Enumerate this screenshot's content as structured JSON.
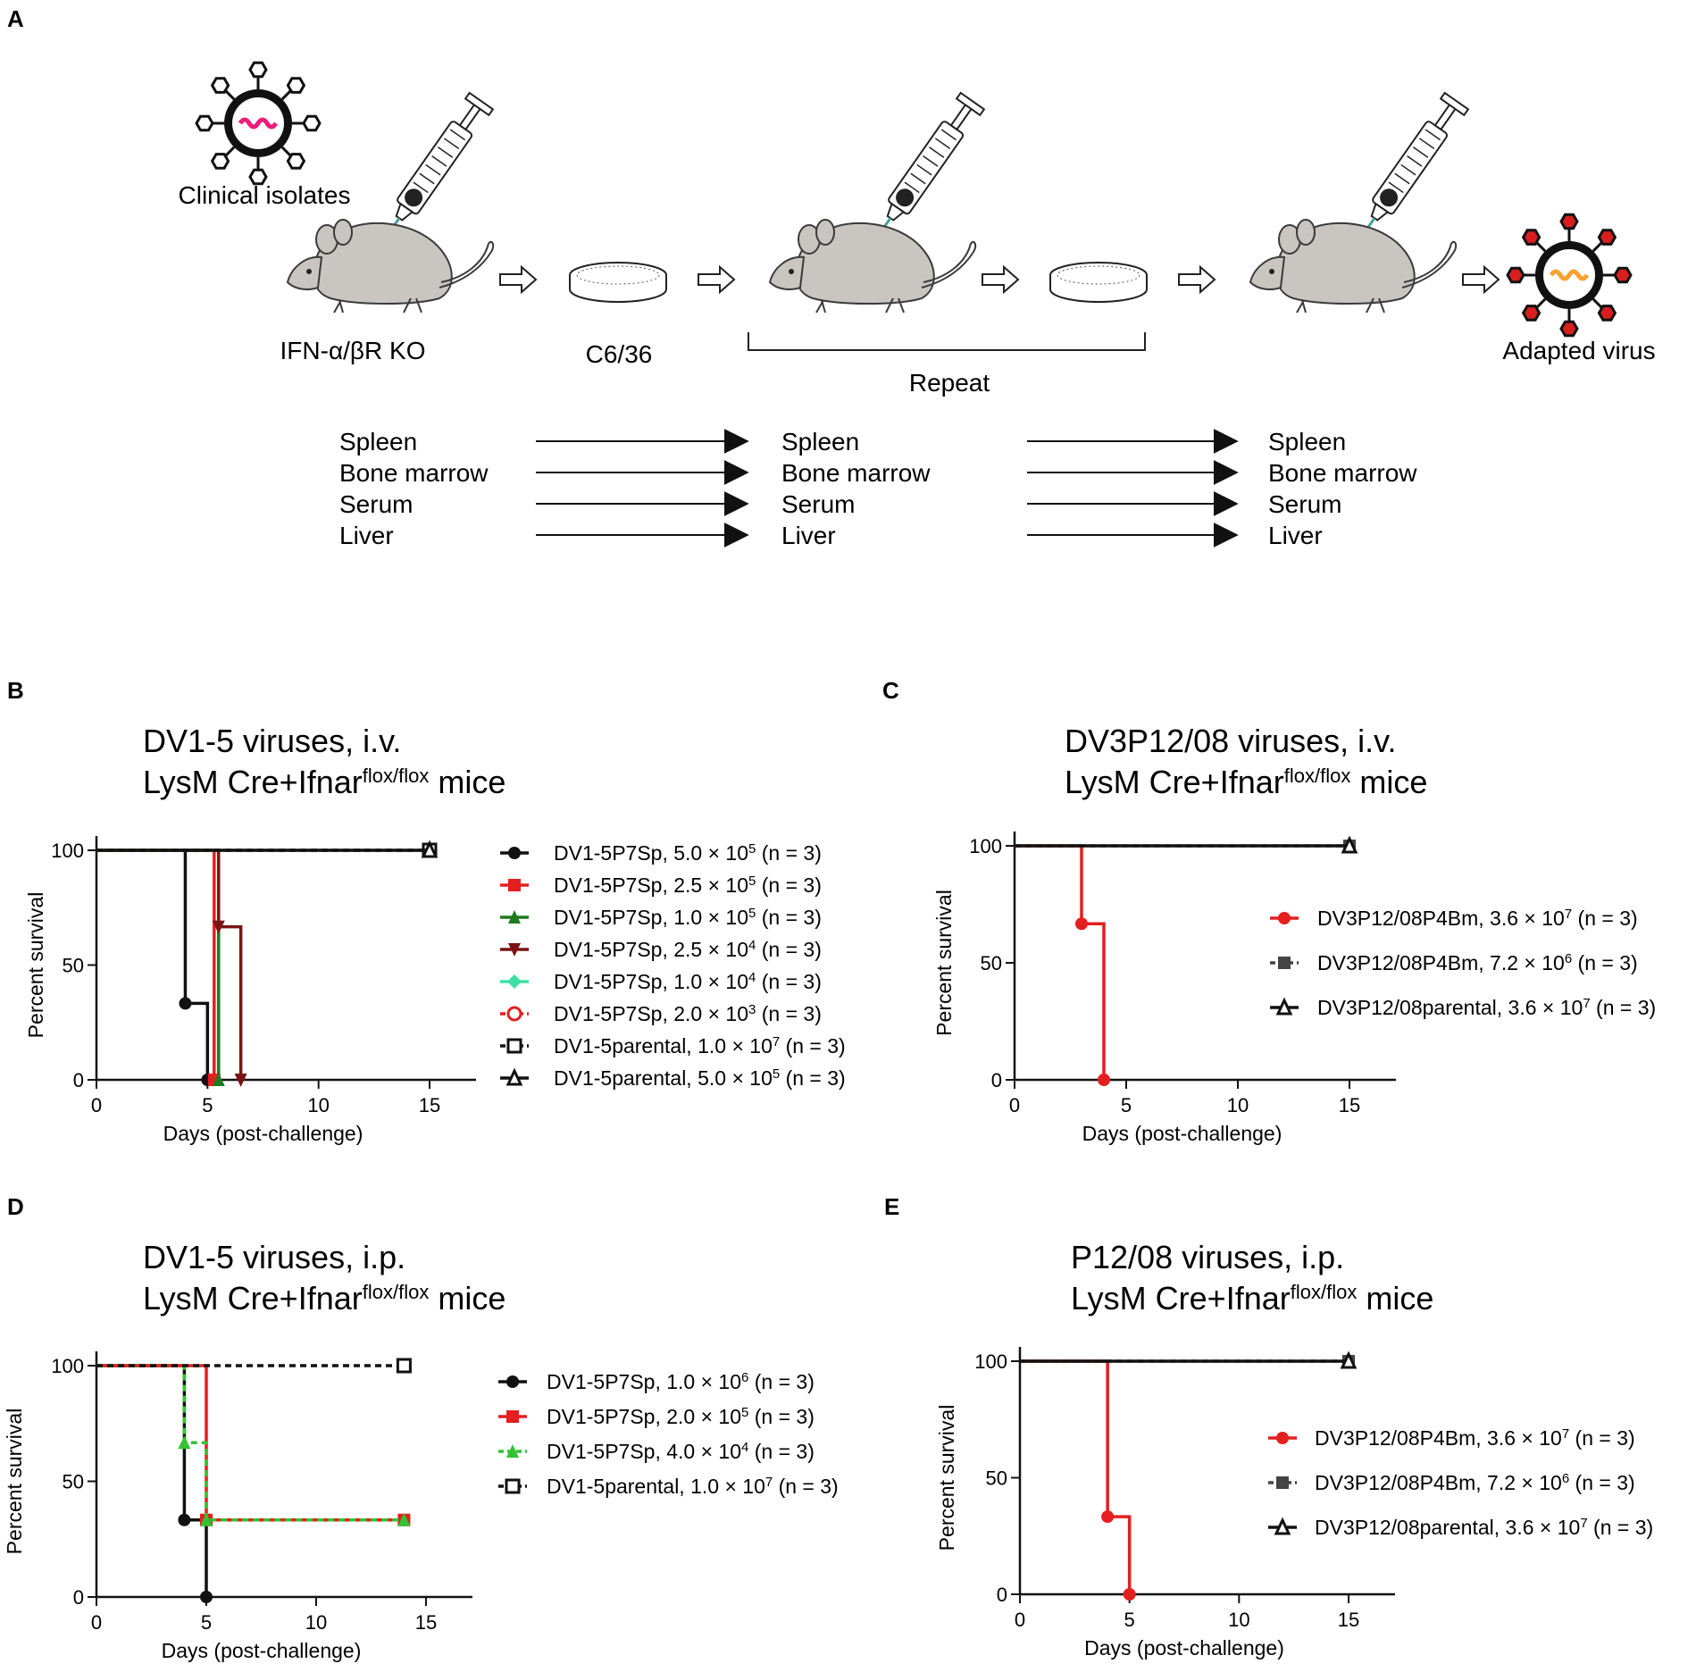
{
  "panel_letters": [
    "A",
    "B",
    "C",
    "D",
    "E"
  ],
  "schematic": {
    "clinical_label": "Clinical isolates",
    "mouse_label": "IFN-α/βR KO",
    "cell_label": "C6/36",
    "repeat_label": "Repeat",
    "adapted_label": "Adapted virus",
    "organs": [
      "Spleen",
      "Bone marrow",
      "Serum",
      "Liver"
    ]
  },
  "colors": {
    "black": "#111111",
    "red": "#e41f1f",
    "dark_green": "#1e7a1e",
    "dark_red": "#7a1414",
    "aqua": "#3ee0a6",
    "green": "#33c233",
    "gray": "#444444",
    "virus_pink": "#e81e7a",
    "virus_red": "#d81e1e",
    "virus_orange": "#f7a233"
  },
  "chart_data": [
    {
      "panel": "B",
      "type": "line",
      "title": "DV1-5 viruses, i.v.",
      "subtitle_main": "LysM Cre+Ifnar",
      "subtitle_sup": "flox/flox",
      "subtitle_tail": " mice",
      "xlabel": "Days (post-challenge)",
      "ylabel": "Percent survival",
      "xlim": [
        0,
        15
      ],
      "ylim": [
        0,
        100
      ],
      "xticks": [
        0,
        5,
        10,
        15
      ],
      "yticks": [
        0,
        50,
        100
      ],
      "series": [
        {
          "name": "DV1-5P7Sp, 5.0 × 10",
          "sup": "5",
          "tail": " (n = 3)",
          "color": "#111111",
          "dash": false,
          "marker": "circle",
          "x": [
            0,
            4,
            5
          ],
          "y": [
            100,
            33.3,
            0
          ]
        },
        {
          "name": "DV1-5P7Sp, 2.5 × 10",
          "sup": "5",
          "tail": " (n = 3)",
          "color": "#e41f1f",
          "dash": false,
          "marker": "square",
          "x": [
            0,
            5.3
          ],
          "y": [
            100,
            0
          ]
        },
        {
          "name": "DV1-5P7Sp, 1.0 × 10",
          "sup": "5",
          "tail": " (n = 3)",
          "color": "#1e7a1e",
          "dash": false,
          "marker": "triangle",
          "x": [
            0,
            5.5
          ],
          "y": [
            100,
            0
          ]
        },
        {
          "name": "DV1-5P7Sp, 2.5 × 10",
          "sup": "4",
          "tail": " (n = 3)",
          "color": "#7a1414",
          "dash": false,
          "marker": "tri-down",
          "x": [
            0,
            5.5,
            6.5
          ],
          "y": [
            100,
            66.7,
            0
          ]
        },
        {
          "name": "DV1-5P7Sp, 1.0 × 10",
          "sup": "4",
          "tail": " (n = 3)",
          "color": "#3ee0a6",
          "dash": false,
          "marker": "diamond",
          "x": [
            0,
            15
          ],
          "y": [
            100,
            100
          ]
        },
        {
          "name": "DV1-5P7Sp, 2.0 × 10",
          "sup": "3",
          "tail": " (n = 3)",
          "color": "#e41f1f",
          "dash": true,
          "marker": "circle-open",
          "x": [
            0,
            15
          ],
          "y": [
            100,
            100
          ]
        },
        {
          "name": "DV1-5parental, 1.0 × 10",
          "sup": "7",
          "tail": " (n = 3)",
          "color": "#111111",
          "dash": true,
          "marker": "square-open",
          "x": [
            0,
            15
          ],
          "y": [
            100,
            100
          ]
        },
        {
          "name": "DV1-5parental, 5.0 × 10",
          "sup": "5",
          "tail": " (n = 3)",
          "color": "#111111",
          "dash": false,
          "marker": "triangle-open",
          "x": [
            0,
            15
          ],
          "y": [
            100,
            100
          ]
        }
      ]
    },
    {
      "panel": "C",
      "type": "line",
      "title": "DV3P12/08 viruses, i.v.",
      "subtitle_main": "LysM Cre+Ifnar",
      "subtitle_sup": "flox/flox",
      "subtitle_tail": " mice",
      "xlabel": "Days (post-challenge)",
      "ylabel": "Percent survival",
      "xlim": [
        0,
        15
      ],
      "ylim": [
        0,
        100
      ],
      "xticks": [
        0,
        5,
        10,
        15
      ],
      "yticks": [
        0,
        50,
        100
      ],
      "series": [
        {
          "name": "DV3P12/08P4Bm, 3.6 × 10",
          "sup": "7",
          "tail": " (n = 3)",
          "color": "#e41f1f",
          "dash": false,
          "marker": "circle",
          "x": [
            0,
            3,
            4
          ],
          "y": [
            100,
            66.7,
            0
          ]
        },
        {
          "name": "DV3P12/08P4Bm, 7.2 × 10",
          "sup": "6",
          "tail": " (n = 3)",
          "color": "#444444",
          "dash": true,
          "marker": "square",
          "x": [
            0,
            15
          ],
          "y": [
            100,
            100
          ]
        },
        {
          "name": "DV3P12/08parental, 3.6 × 10",
          "sup": "7",
          "tail": " (n = 3)",
          "color": "#111111",
          "dash": false,
          "marker": "triangle-open",
          "x": [
            0,
            15
          ],
          "y": [
            100,
            100
          ]
        }
      ]
    },
    {
      "panel": "D",
      "type": "line",
      "title": "DV1-5 viruses, i.p.",
      "subtitle_main": "LysM Cre+Ifnar",
      "subtitle_sup": "flox/flox",
      "subtitle_tail": " mice",
      "xlabel": "Days (post-challenge)",
      "ylabel": "Percent survival",
      "xlim": [
        0,
        15
      ],
      "ylim": [
        0,
        100
      ],
      "xticks": [
        0,
        5,
        10,
        15
      ],
      "yticks": [
        0,
        50,
        100
      ],
      "series": [
        {
          "name": "DV1-5P7Sp, 1.0 × 10",
          "sup": "6",
          "tail": " (n = 3)",
          "color": "#111111",
          "dash": false,
          "marker": "circle",
          "x": [
            0,
            4,
            5
          ],
          "y": [
            100,
            33.3,
            0
          ]
        },
        {
          "name": "DV1-5P7Sp, 2.0 × 10",
          "sup": "5",
          "tail": " (n = 3)",
          "color": "#e41f1f",
          "dash": false,
          "marker": "square",
          "x": [
            0,
            5,
            14
          ],
          "y": [
            100,
            33.3,
            33.3
          ]
        },
        {
          "name": "DV1-5P7Sp, 4.0 × 10",
          "sup": "4",
          "tail": " (n = 3)",
          "color": "#33c233",
          "dash": true,
          "marker": "triangle",
          "x": [
            0,
            4,
            5,
            14
          ],
          "y": [
            100,
            66.7,
            33.3,
            33.3
          ]
        },
        {
          "name": "DV1-5parental, 1.0 × 10",
          "sup": "7",
          "tail": " (n = 3)",
          "color": "#111111",
          "dash": true,
          "marker": "square-open",
          "x": [
            0,
            14
          ],
          "y": [
            100,
            100
          ]
        }
      ]
    },
    {
      "panel": "E",
      "type": "line",
      "title": "P12/08 viruses, i.p.",
      "subtitle_main": "LysM Cre+Ifnar",
      "subtitle_sup": "flox/flox",
      "subtitle_tail": " mice",
      "xlabel": "Days (post-challenge)",
      "ylabel": "Percent survival",
      "xlim": [
        0,
        15
      ],
      "ylim": [
        0,
        100
      ],
      "xticks": [
        0,
        5,
        10,
        15
      ],
      "yticks": [
        0,
        50,
        100
      ],
      "series": [
        {
          "name": "DV3P12/08P4Bm, 3.6 × 10",
          "sup": "7",
          "tail": " (n = 3)",
          "color": "#e41f1f",
          "dash": false,
          "marker": "circle",
          "x": [
            0,
            4,
            5
          ],
          "y": [
            100,
            33.3,
            0
          ]
        },
        {
          "name": "DV3P12/08P4Bm, 7.2 × 10",
          "sup": "6",
          "tail": " (n = 3)",
          "color": "#444444",
          "dash": true,
          "marker": "square",
          "x": [
            0,
            15
          ],
          "y": [
            100,
            100
          ]
        },
        {
          "name": "DV3P12/08parental, 3.6 × 10",
          "sup": "7",
          "tail": " (n = 3)",
          "color": "#111111",
          "dash": false,
          "marker": "triangle-open",
          "x": [
            0,
            15
          ],
          "y": [
            100,
            100
          ]
        }
      ]
    }
  ]
}
